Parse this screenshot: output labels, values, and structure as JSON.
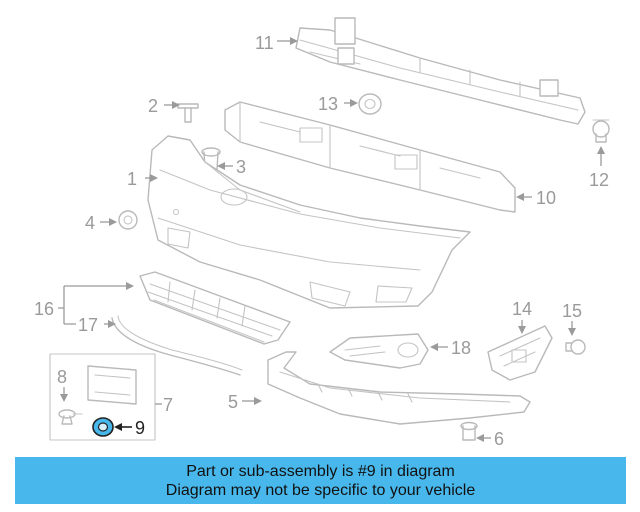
{
  "callouts": {
    "c1": "1",
    "c2": "2",
    "c3": "3",
    "c4": "4",
    "c5": "5",
    "c6": "6",
    "c7": "7",
    "c8": "8",
    "c9": "9",
    "c10": "10",
    "c11": "11",
    "c12": "12",
    "c13": "13",
    "c14": "14",
    "c15": "15",
    "c16": "16",
    "c17": "17",
    "c18": "18"
  },
  "highlight_part": "9",
  "highlight_color": "#48b8ec",
  "banner": {
    "line1": "Part or sub-assembly is #9 in diagram",
    "line2": "Diagram may not be specific to your vehicle",
    "background": "#48b8ec"
  }
}
